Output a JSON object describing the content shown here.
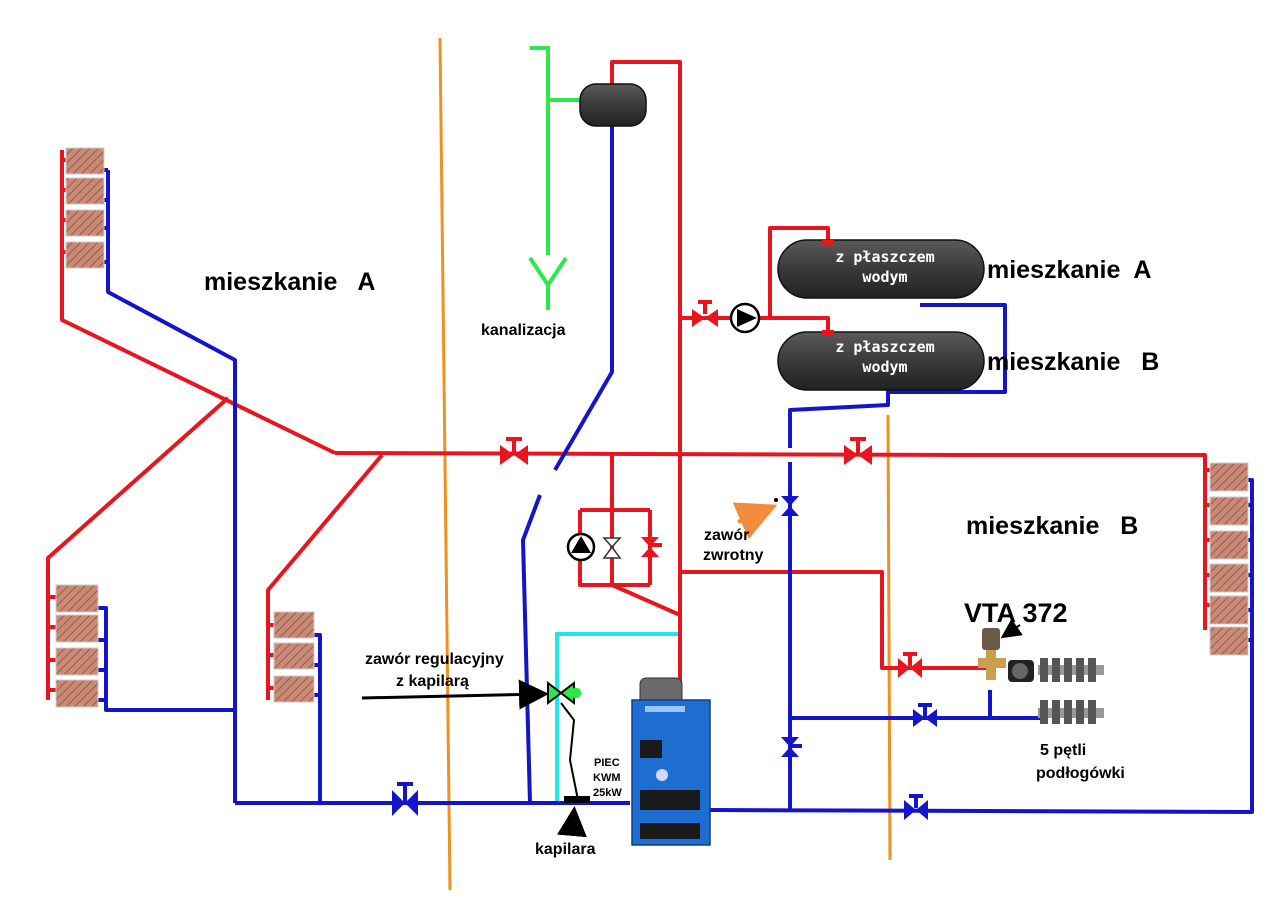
{
  "labels": {
    "apartment_a_left": "mieszkanie   A",
    "apartment_a_right": "mieszkanie  A",
    "apartment_b_right": "mieszkanie   B",
    "apartment_b_lower": "mieszkanie   B",
    "sewer": "kanalizacja",
    "check_valve_line1": "zawór",
    "check_valve_line2": "zwrotny",
    "control_valve_line1": "zawór regulacyjny",
    "control_valve_line2": "z kapilarą",
    "boiler_line1": "PIEC",
    "boiler_line2": "KWM",
    "boiler_line3": "25kW",
    "capillary": "kapilara",
    "vta": "VTA 372",
    "floor_loops_line1": "5 pętli",
    "floor_loops_line2": "podłogówki"
  },
  "tanks": {
    "tank_a_line1": "z płaszczem",
    "tank_a_line2": "wodym",
    "tank_b_line1": "z płaszczem",
    "tank_b_line2": "wodym"
  },
  "colors": {
    "supply": "#e8141e",
    "return": "#1414c8",
    "sewer": "#2ee84a",
    "cold_water": "#22e6e6",
    "wall": "#f0901e",
    "boiler": "#1e6ed2",
    "radiator": "#b96e5a"
  }
}
